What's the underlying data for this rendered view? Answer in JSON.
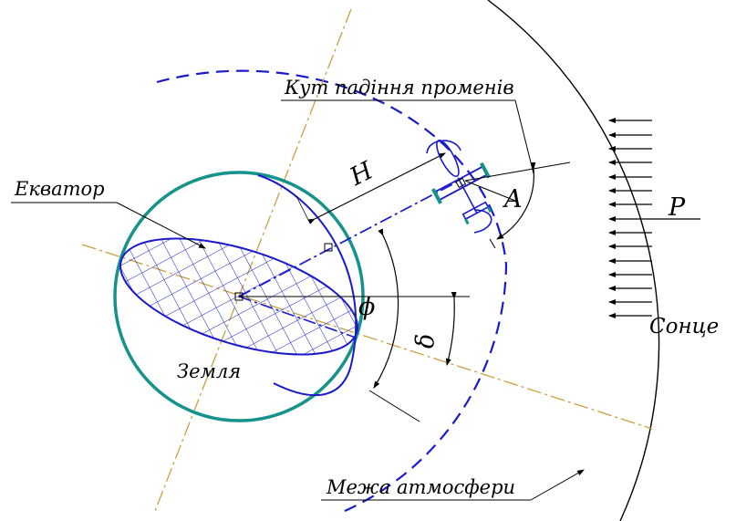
{
  "labels": {
    "equator": "Екватор",
    "earth": "Земля",
    "angle_of_incidence": "Кут падіння променів",
    "atmosphere_boundary": "Межа атмосфери",
    "sun": "Сонце",
    "height": "H",
    "angle_a": "A",
    "force_p": "P",
    "phi": "ϕ",
    "delta": "δ"
  },
  "colors": {
    "earth_outline": "#15928a",
    "blue_lines": "#1a1acc",
    "axis_lines": "#c8a040",
    "black": "#000000"
  }
}
